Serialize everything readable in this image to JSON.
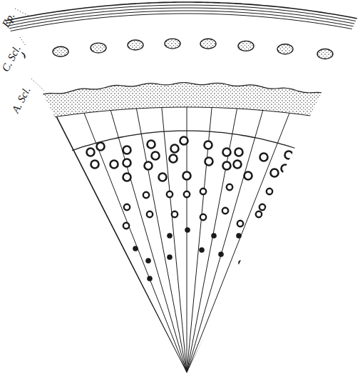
{
  "diagram": {
    "labels": [
      "Ep.",
      "C. Scl.",
      "A. Scl."
    ]
  }
}
